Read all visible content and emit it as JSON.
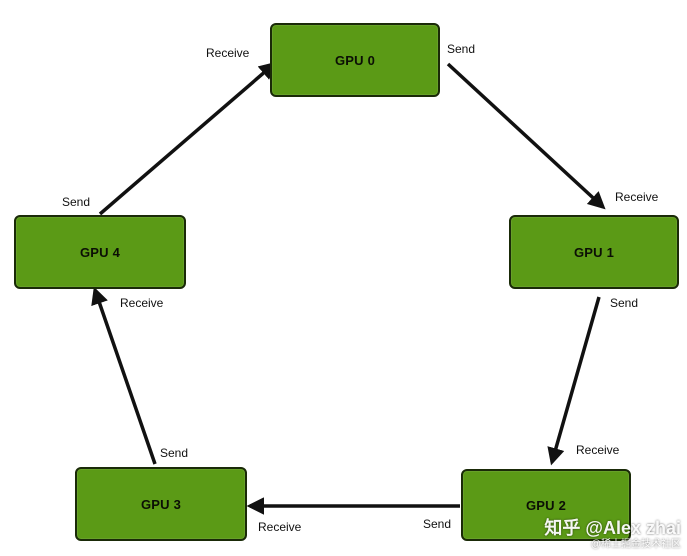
{
  "diagram": {
    "nodes": [
      {
        "id": "gpu-0",
        "label": "GPU 0"
      },
      {
        "id": "gpu-1",
        "label": "GPU 1"
      },
      {
        "id": "gpu-2",
        "label": "GPU 2"
      },
      {
        "id": "gpu-3",
        "label": "GPU 3"
      },
      {
        "id": "gpu-4",
        "label": "GPU 4"
      }
    ],
    "edges": [
      {
        "from": "gpu-0",
        "to": "gpu-1",
        "send_label": "Send",
        "receive_label": "Receive"
      },
      {
        "from": "gpu-1",
        "to": "gpu-2",
        "send_label": "Send",
        "receive_label": "Receive"
      },
      {
        "from": "gpu-2",
        "to": "gpu-3",
        "send_label": "Send",
        "receive_label": "Receive"
      },
      {
        "from": "gpu-3",
        "to": "gpu-4",
        "send_label": "Send",
        "receive_label": "Receive"
      },
      {
        "from": "gpu-4",
        "to": "gpu-0",
        "send_label": "Send",
        "receive_label": "Receive"
      }
    ]
  },
  "colors": {
    "node_fill": "#5b9a16",
    "node_border": "#1a2a08",
    "arrow": "#111111"
  },
  "watermark": {
    "main": "知乎 @Alex zhai",
    "sub": "@稀土掘金技术社区"
  }
}
